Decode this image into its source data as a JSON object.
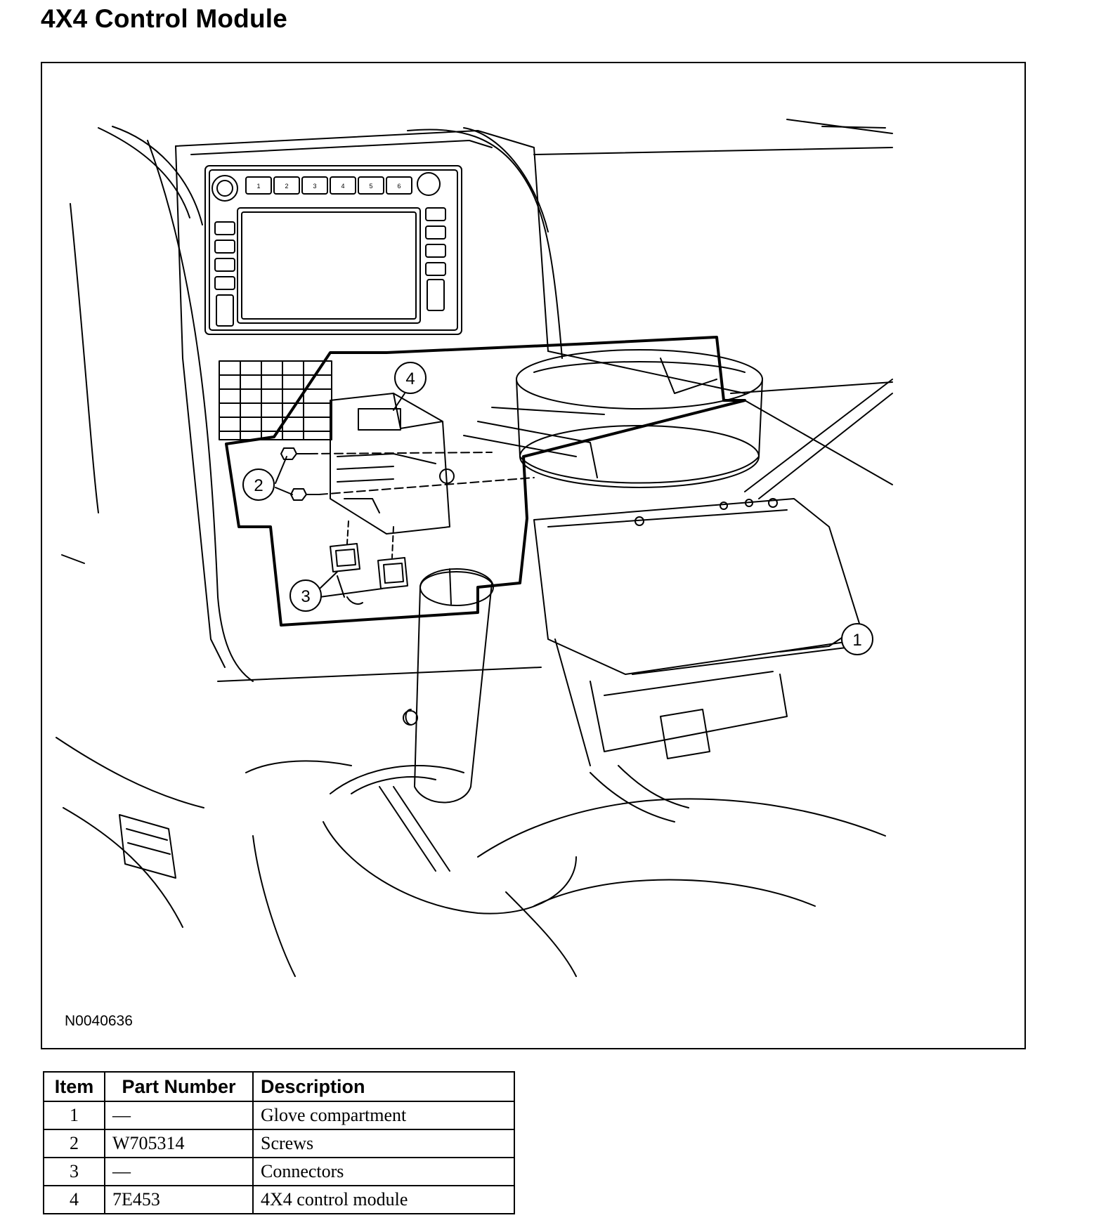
{
  "page": {
    "title": "4X4 Control Module"
  },
  "figure": {
    "figure_id": "N0040636",
    "callouts": [
      "1",
      "2",
      "3",
      "4"
    ],
    "radio_preset_buttons": [
      "1",
      "2",
      "3",
      "4",
      "5",
      "6"
    ]
  },
  "parts_table": {
    "headers": {
      "item": "Item",
      "part_number": "Part Number",
      "description": "Description"
    },
    "rows": [
      {
        "item": "1",
        "part_number": "—",
        "description": "Glove compartment"
      },
      {
        "item": "2",
        "part_number": "W705314",
        "description": "Screws"
      },
      {
        "item": "3",
        "part_number": "—",
        "description": "Connectors"
      },
      {
        "item": "4",
        "part_number": "7E453",
        "description": "4X4 control module"
      }
    ]
  }
}
